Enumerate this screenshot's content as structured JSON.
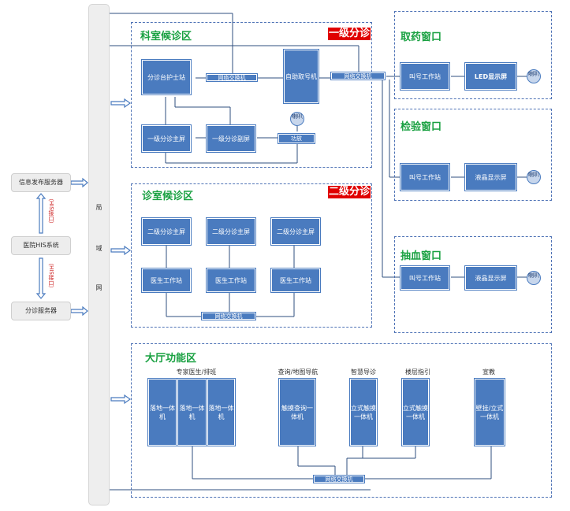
{
  "colors": {
    "accent_green": "#1aa142",
    "box_blue": "#4a7bbf",
    "badge_red": "#e00000",
    "line": "#2f4f7f"
  },
  "left_servers": {
    "info_server": "信息发布服务器",
    "his_system": "医院HIS系统",
    "triage_server": "分诊服务器",
    "his_interface_1": "（HIS接口）",
    "his_interface_2": "（HIS接口）"
  },
  "lan": {
    "char1": "局",
    "char2": "域",
    "char3": "网"
  },
  "dept": {
    "title": "科室候诊区",
    "badge": "一级分诊",
    "nurse_station": "分诊台护士站",
    "switch": "网络交换机",
    "kiosk": "自助取号机",
    "speaker": "喇叭",
    "main_screen": "一级分诊主屏",
    "sub_screen": "一级分诊副屏",
    "amplifier": "功放"
  },
  "main_switch": "网络交换机",
  "clinic": {
    "title": "诊室候诊区",
    "badge": "二级分诊",
    "screens": [
      "二级分诊主屏",
      "二级分诊主屏",
      "二级分诊主屏"
    ],
    "stations": [
      "医生工作站",
      "医生工作站",
      "医生工作站"
    ],
    "switch": "网络交换机"
  },
  "windows": [
    {
      "title": "取药窗口",
      "station": "叫号工作站",
      "display": "LED显示屏",
      "speaker": "喇叭"
    },
    {
      "title": "检验窗口",
      "station": "叫号工作站",
      "display": "液晶显示屏",
      "speaker": "喇叭"
    },
    {
      "title": "抽血窗口",
      "station": "叫号工作站",
      "display": "液晶显示屏",
      "speaker": "喇叭"
    }
  ],
  "hall": {
    "title": "大厅功能区",
    "labels": [
      "专家医生/排班",
      "查询/地图导航",
      "智慧导诊",
      "楼层指引",
      "宣教"
    ],
    "units": [
      "落地一体机",
      "落地一体机",
      "落地一体机",
      "触摸查询一体机",
      "立式触摸一体机",
      "立式触摸一体机",
      "壁挂/立式一体机"
    ],
    "switch": "网络交换机"
  }
}
